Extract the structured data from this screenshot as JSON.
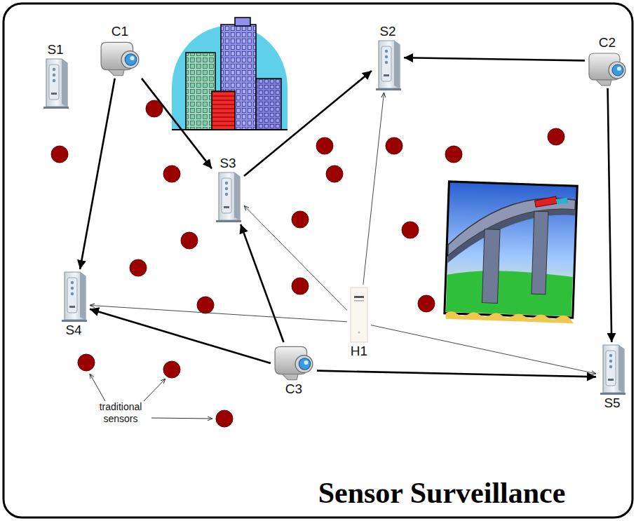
{
  "diagram": {
    "title": "Sensor Surveillance",
    "nodes": [
      {
        "text": [
          "S1"
        ]
      },
      {
        "text": [
          "C1"
        ]
      },
      {
        "text": [
          "S2"
        ]
      },
      {
        "text": [
          "C2"
        ]
      },
      {
        "text": [
          "S3"
        ]
      },
      {
        "text": [
          "S4"
        ]
      },
      {
        "text": [
          "H1"
        ]
      },
      {
        "text": [
          "C3"
        ]
      },
      {
        "text": [
          "S5"
        ]
      }
    ],
    "edges": [
      {
        "from": 1,
        "to": 4,
        "arrow": "to"
      },
      {
        "from": 1,
        "to": 5,
        "arrow": "to"
      },
      {
        "from": 4,
        "to": 2,
        "arrow": "to"
      },
      {
        "from": 3,
        "to": 2,
        "arrow": "to"
      },
      {
        "from": 3,
        "to": 8,
        "arrow": "to"
      },
      {
        "from": 7,
        "to": 4,
        "arrow": "to"
      },
      {
        "from": 7,
        "to": 5,
        "arrow": "to"
      },
      {
        "from": 7,
        "to": 8,
        "arrow": "to"
      },
      {
        "from": 6,
        "to": 2,
        "arrow": "to"
      },
      {
        "from": 6,
        "to": 4,
        "arrow": "to"
      },
      {
        "from": 6,
        "to": 5,
        "arrow": "to"
      },
      {
        "from": 6,
        "to": 8,
        "arrow": "to"
      }
    ],
    "labels": [
      "traditional sensors"
    ]
  }
}
